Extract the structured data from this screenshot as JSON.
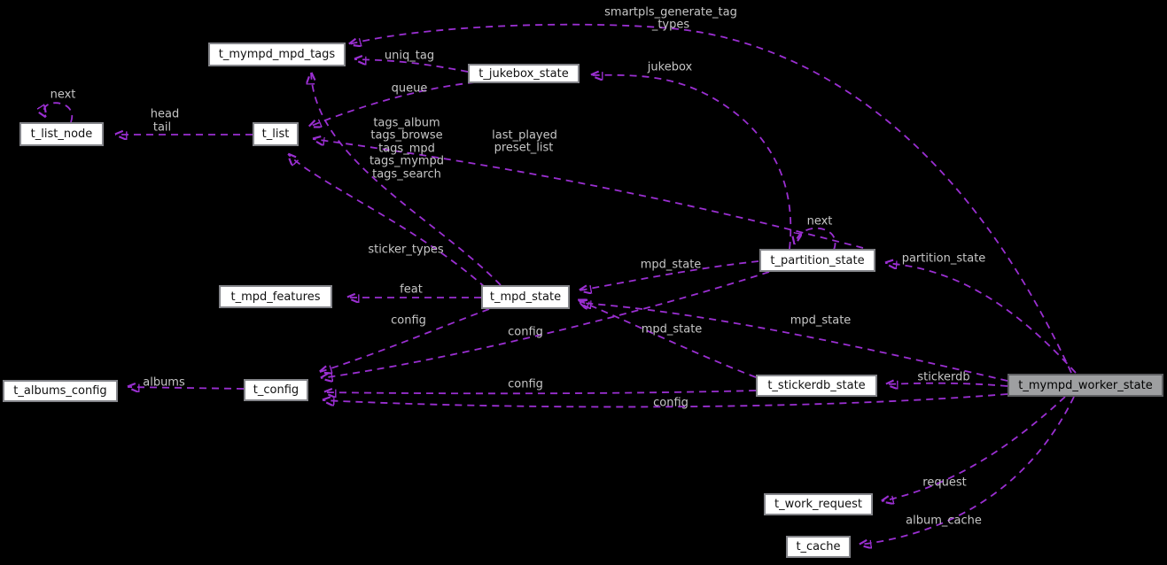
{
  "diagram": {
    "kind": "collaboration-graph",
    "main_node": "t_mympd_worker_state",
    "colors": {
      "background": "#000000",
      "edge": "#9a2fd1",
      "node_fill": "#ffffff",
      "node_border": "#84858a",
      "main_node_fill": "#9e9fa1",
      "edge_label_text": "#c6c6c6",
      "node_text": "#111111"
    },
    "nodes": [
      {
        "id": "t_mympd_mpd_tags",
        "label": "t_mympd_mpd_tags"
      },
      {
        "id": "t_jukebox_state",
        "label": "t_jukebox_state"
      },
      {
        "id": "t_list_node",
        "label": "t_list_node"
      },
      {
        "id": "t_list",
        "label": "t_list"
      },
      {
        "id": "t_mpd_features",
        "label": "t_mpd_features"
      },
      {
        "id": "t_mpd_state",
        "label": "t_mpd_state"
      },
      {
        "id": "t_partition_state",
        "label": "t_partition_state"
      },
      {
        "id": "t_albums_config",
        "label": "t_albums_config"
      },
      {
        "id": "t_config",
        "label": "t_config"
      },
      {
        "id": "t_stickerdb_state",
        "label": "t_stickerdb_state"
      },
      {
        "id": "t_mympd_worker_state",
        "label": "t_mympd_worker_state"
      },
      {
        "id": "t_work_request",
        "label": "t_work_request"
      },
      {
        "id": "t_cache",
        "label": "t_cache"
      }
    ],
    "edge_labels": [
      {
        "text": "smartpls_generate_tag"
      },
      {
        "text": "_types"
      },
      {
        "text": "uniq_tag"
      },
      {
        "text": "jukebox"
      },
      {
        "text": "queue"
      },
      {
        "text": "next"
      },
      {
        "text": "head"
      },
      {
        "text": "tail"
      },
      {
        "text": "tags_album"
      },
      {
        "text": "tags_browse"
      },
      {
        "text": "tags_mpd"
      },
      {
        "text": "tags_mympd"
      },
      {
        "text": "tags_search"
      },
      {
        "text": "last_played"
      },
      {
        "text": "preset_list"
      },
      {
        "text": "next"
      },
      {
        "text": "sticker_types"
      },
      {
        "text": "partition_state"
      },
      {
        "text": "mpd_state"
      },
      {
        "text": "feat"
      },
      {
        "text": "config"
      },
      {
        "text": "mpd_state"
      },
      {
        "text": "mpd_state"
      },
      {
        "text": "config"
      },
      {
        "text": "albums"
      },
      {
        "text": "stickerdb"
      },
      {
        "text": "config"
      },
      {
        "text": "config"
      },
      {
        "text": "request"
      },
      {
        "text": "album_cache"
      }
    ],
    "edges": [
      {
        "from": "t_mympd_worker_state",
        "to": "t_mympd_mpd_tags",
        "label": "smartpls_generate_tag_types"
      },
      {
        "from": "t_jukebox_state",
        "to": "t_mympd_mpd_tags",
        "label": "uniq_tag"
      },
      {
        "from": "t_partition_state",
        "to": "t_jukebox_state",
        "label": "jukebox"
      },
      {
        "from": "t_jukebox_state",
        "to": "t_list",
        "label": "queue"
      },
      {
        "from": "t_list_node",
        "to": "t_list_node",
        "label": "next"
      },
      {
        "from": "t_list",
        "to": "t_list_node",
        "label": "head tail"
      },
      {
        "from": "t_mpd_state",
        "to": "t_mympd_mpd_tags",
        "label": "tags_album tags_browse tags_mpd tags_mympd tags_search"
      },
      {
        "from": "t_partition_state",
        "to": "t_list",
        "label": "last_played preset_list"
      },
      {
        "from": "t_partition_state",
        "to": "t_partition_state",
        "label": "next"
      },
      {
        "from": "t_mpd_state",
        "to": "t_list",
        "label": "sticker_types"
      },
      {
        "from": "t_mympd_worker_state",
        "to": "t_partition_state",
        "label": "partition_state"
      },
      {
        "from": "t_partition_state",
        "to": "t_mpd_state",
        "label": "mpd_state"
      },
      {
        "from": "t_mpd_state",
        "to": "t_mpd_features",
        "label": "feat"
      },
      {
        "from": "t_mpd_state",
        "to": "t_config",
        "label": "config"
      },
      {
        "from": "t_mympd_worker_state",
        "to": "t_mpd_state",
        "label": "mpd_state"
      },
      {
        "from": "t_stickerdb_state",
        "to": "t_mpd_state",
        "label": "mpd_state"
      },
      {
        "from": "t_partition_state",
        "to": "t_config",
        "label": "config"
      },
      {
        "from": "t_config",
        "to": "t_albums_config",
        "label": "albums"
      },
      {
        "from": "t_mympd_worker_state",
        "to": "t_stickerdb_state",
        "label": "stickerdb"
      },
      {
        "from": "t_stickerdb_state",
        "to": "t_config",
        "label": "config"
      },
      {
        "from": "t_mympd_worker_state",
        "to": "t_config",
        "label": "config"
      },
      {
        "from": "t_mympd_worker_state",
        "to": "t_work_request",
        "label": "request"
      },
      {
        "from": "t_mympd_worker_state",
        "to": "t_cache",
        "label": "album_cache"
      }
    ]
  }
}
